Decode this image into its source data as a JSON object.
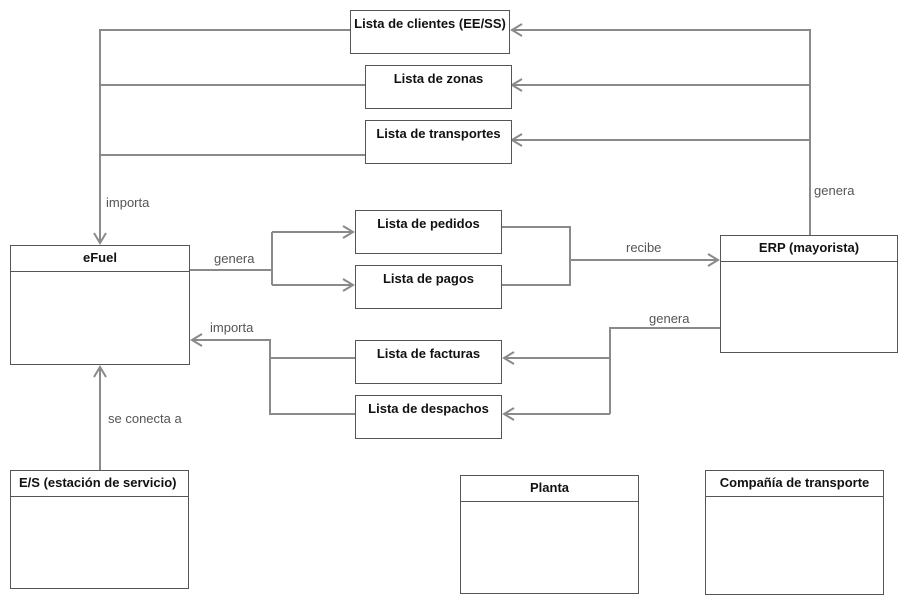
{
  "entities": {
    "efuel": "eFuel",
    "erp": "ERP (mayorista)",
    "es": "E/S (estación de servicio)",
    "planta": "Planta",
    "compania": "Compañía de transporte"
  },
  "lists": {
    "clientes": "Lista de clientes (EE/SS)",
    "zonas": "Lista de zonas",
    "transportes": "Lista de transportes",
    "pedidos": "Lista de pedidos",
    "pagos": "Lista de pagos",
    "facturas": "Lista de facturas",
    "despachos": "Lista de despachos"
  },
  "edge_labels": {
    "importa_top": "importa",
    "genera_efuel": "genera",
    "recibe": "recibe",
    "importa_left": "importa",
    "genera_erp_bottom": "genera",
    "genera_erp_top": "genera",
    "se_conecta": "se conecta a"
  },
  "colors": {
    "line": "#8a8a8a",
    "border": "#555555"
  }
}
